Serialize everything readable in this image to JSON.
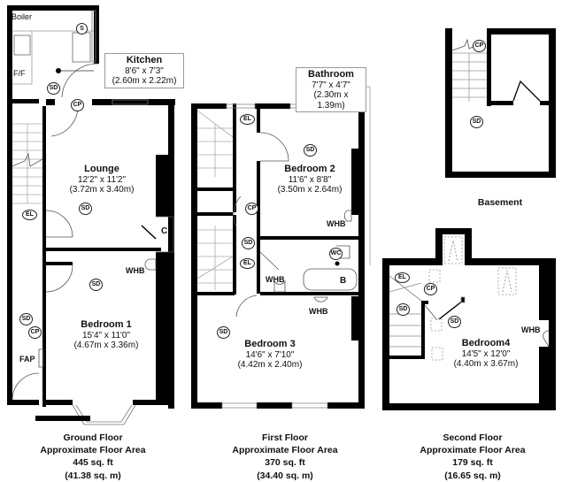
{
  "floors": {
    "ground": {
      "caption": {
        "name": "Ground Floor",
        "area_label": "Approximate Floor Area",
        "sqft": "445 sq. ft",
        "sqm": "(41.38 sq. m)"
      },
      "rooms": {
        "kitchen": {
          "name": "Kitchen",
          "imperial": "8'6\" x 7'3\"",
          "metric": "(2.60m x 2.22m)"
        },
        "lounge": {
          "name": "Lounge",
          "imperial": "12'2\" x 11'2\"",
          "metric": "(3.72m x 3.40m)"
        },
        "bedroom1": {
          "name": "Bedroom 1",
          "imperial": "15'4\" x 11'0\"",
          "metric": "(4.67m x 3.36m)"
        }
      },
      "labels": {
        "boiler": "Boiler",
        "ff": "F/F",
        "fap": "FAP",
        "cupboard": "C",
        "whb": "WHB"
      }
    },
    "first": {
      "caption": {
        "name": "First Floor",
        "area_label": "Approximate Floor Area",
        "sqft": "370 sq. ft",
        "sqm": "(34.40 sq. m)"
      },
      "rooms": {
        "bathroom": {
          "name": "Bathroom",
          "imperial": "7'7\" x 4'7\"",
          "metric": "(2.30m x 1.39m)"
        },
        "bedroom2": {
          "name": "Bedroom 2",
          "imperial": "11'6\" x 8'8\"",
          "metric": "(3.50m x 2.64m)"
        },
        "bedroom3": {
          "name": "Bedroom 3",
          "imperial": "14'6\" x 7'10\"",
          "metric": "(4.42m x 2.40m)"
        }
      },
      "labels": {
        "whb_bed2": "WHB",
        "whb_landing": "WHB",
        "whb_bed3": "WHB",
        "bath": "B",
        "wc": "WC"
      }
    },
    "second": {
      "caption": {
        "name": "Second Floor",
        "area_label": "Approximate Floor Area",
        "sqft": "179 sq. ft",
        "sqm": "(16.65 sq. m)"
      },
      "rooms": {
        "bedroom4": {
          "name": "Bedroom4",
          "imperial": "14'5\" x 12'0\"",
          "metric": "(4.40m x 3.67m)"
        }
      },
      "labels": {
        "whb": "WHB"
      }
    },
    "basement": {
      "caption": {
        "name": "Basement"
      }
    }
  },
  "symbols": {
    "smoke_detector": "SD",
    "consumer_panel": "CP",
    "electric": "EL",
    "sink": "S"
  }
}
